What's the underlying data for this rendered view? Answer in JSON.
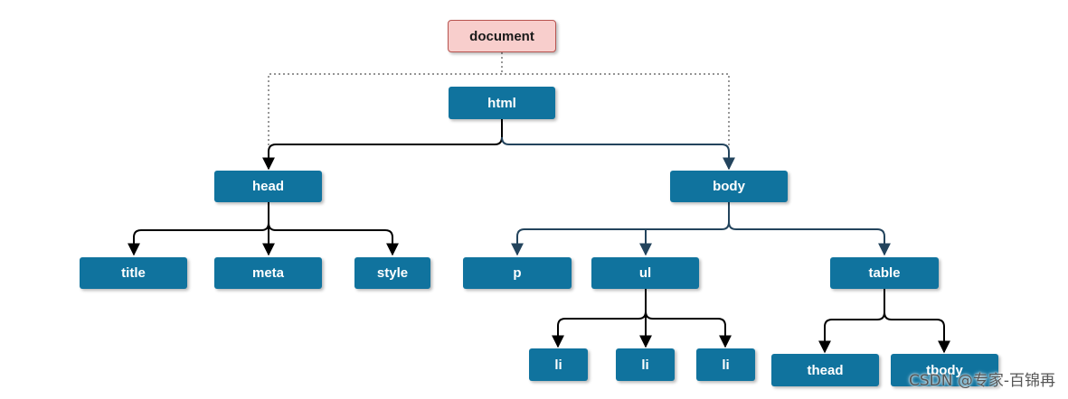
{
  "nodes": {
    "document": "document",
    "html": "html",
    "head": "head",
    "body": "body",
    "title": "title",
    "meta": "meta",
    "style": "style",
    "p": "p",
    "ul": "ul",
    "table": "table",
    "li_1": "li",
    "li_2": "li",
    "li_3": "li",
    "thead": "thead",
    "tbody": "tbody"
  },
  "watermark": "CSDN @专家-百锦再",
  "colors": {
    "node_fill": "#10739e",
    "root_fill": "#f8cecc",
    "root_border": "#b85450",
    "edge_black": "#000000",
    "edge_blue": "#23445d",
    "dotted": "#555555"
  }
}
